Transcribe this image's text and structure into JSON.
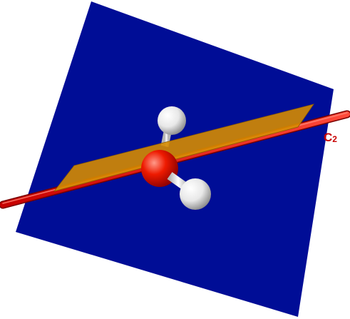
{
  "figure": {
    "axis_label": {
      "main": "C",
      "subscript": "2"
    },
    "colors": {
      "background": "#ffffff",
      "mirror_plane_vertical": "#000d96",
      "mirror_plane_horizontal": "#d58b00",
      "rotation_axis": "#e00000",
      "oxygen_atom": "#e60000",
      "hydrogen_atom": "#f2f2f2",
      "axis_label": "#c80000"
    },
    "components": [
      "mirror-plane-vertical",
      "mirror-plane-horizontal",
      "rotation-axis",
      "oxygen-atom",
      "hydrogen-atom-1",
      "hydrogen-atom-2"
    ]
  }
}
